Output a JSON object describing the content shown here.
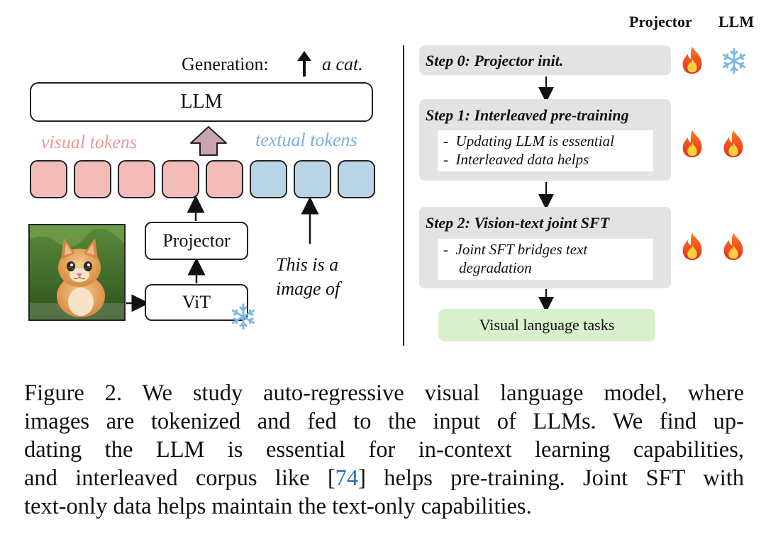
{
  "header": {
    "col_projector": "Projector",
    "col_llm": "LLM"
  },
  "left": {
    "generation_label": "Generation:",
    "generation_output": "a cat.",
    "llm_label": "LLM",
    "visual_tokens_label": "visual tokens",
    "textual_tokens_label": "textual tokens",
    "projector_label": "Projector",
    "vit_label": "ViT",
    "text_input_line1": "This is a",
    "text_input_line2": "image of",
    "visual_token_count": 5,
    "textual_token_count": 3
  },
  "right": {
    "step0_title": "Step 0: Projector init.",
    "step1_title": "Step 1: Interleaved pre-training",
    "step1_bullets": [
      "Updating LLM is essential",
      "Interleaved data helps"
    ],
    "step2_title": "Step 2: Vision-text joint SFT",
    "step2_bullets": [
      "Joint SFT bridges text degradation"
    ],
    "tasks_label": "Visual language tasks"
  },
  "caption": {
    "line1": "Figure 2. We study auto-regressive visual language model, where",
    "line2": "images are tokenized and fed to the input of LLMs. We find up-",
    "line3": "dating the LLM is essential for in-context learning capabilities,",
    "line4_pre": "and interleaved corpus like [",
    "line4_ref": "74",
    "line4_post": "] helps pre-training. Joint SFT with",
    "line5": "text-only data helps maintain the text-only capabilities."
  },
  "colors": {
    "visual_token": "#f4bcb8",
    "textual_token": "#b9d4e7",
    "visual_label": "#e89a98",
    "textual_label": "#7fadd4",
    "step_bg": "#e3e3e3",
    "tasks_bg": "#d8f0cc",
    "reference_link": "#2e6fb4"
  },
  "icons": [
    "fire-icon",
    "snowflake-icon"
  ]
}
